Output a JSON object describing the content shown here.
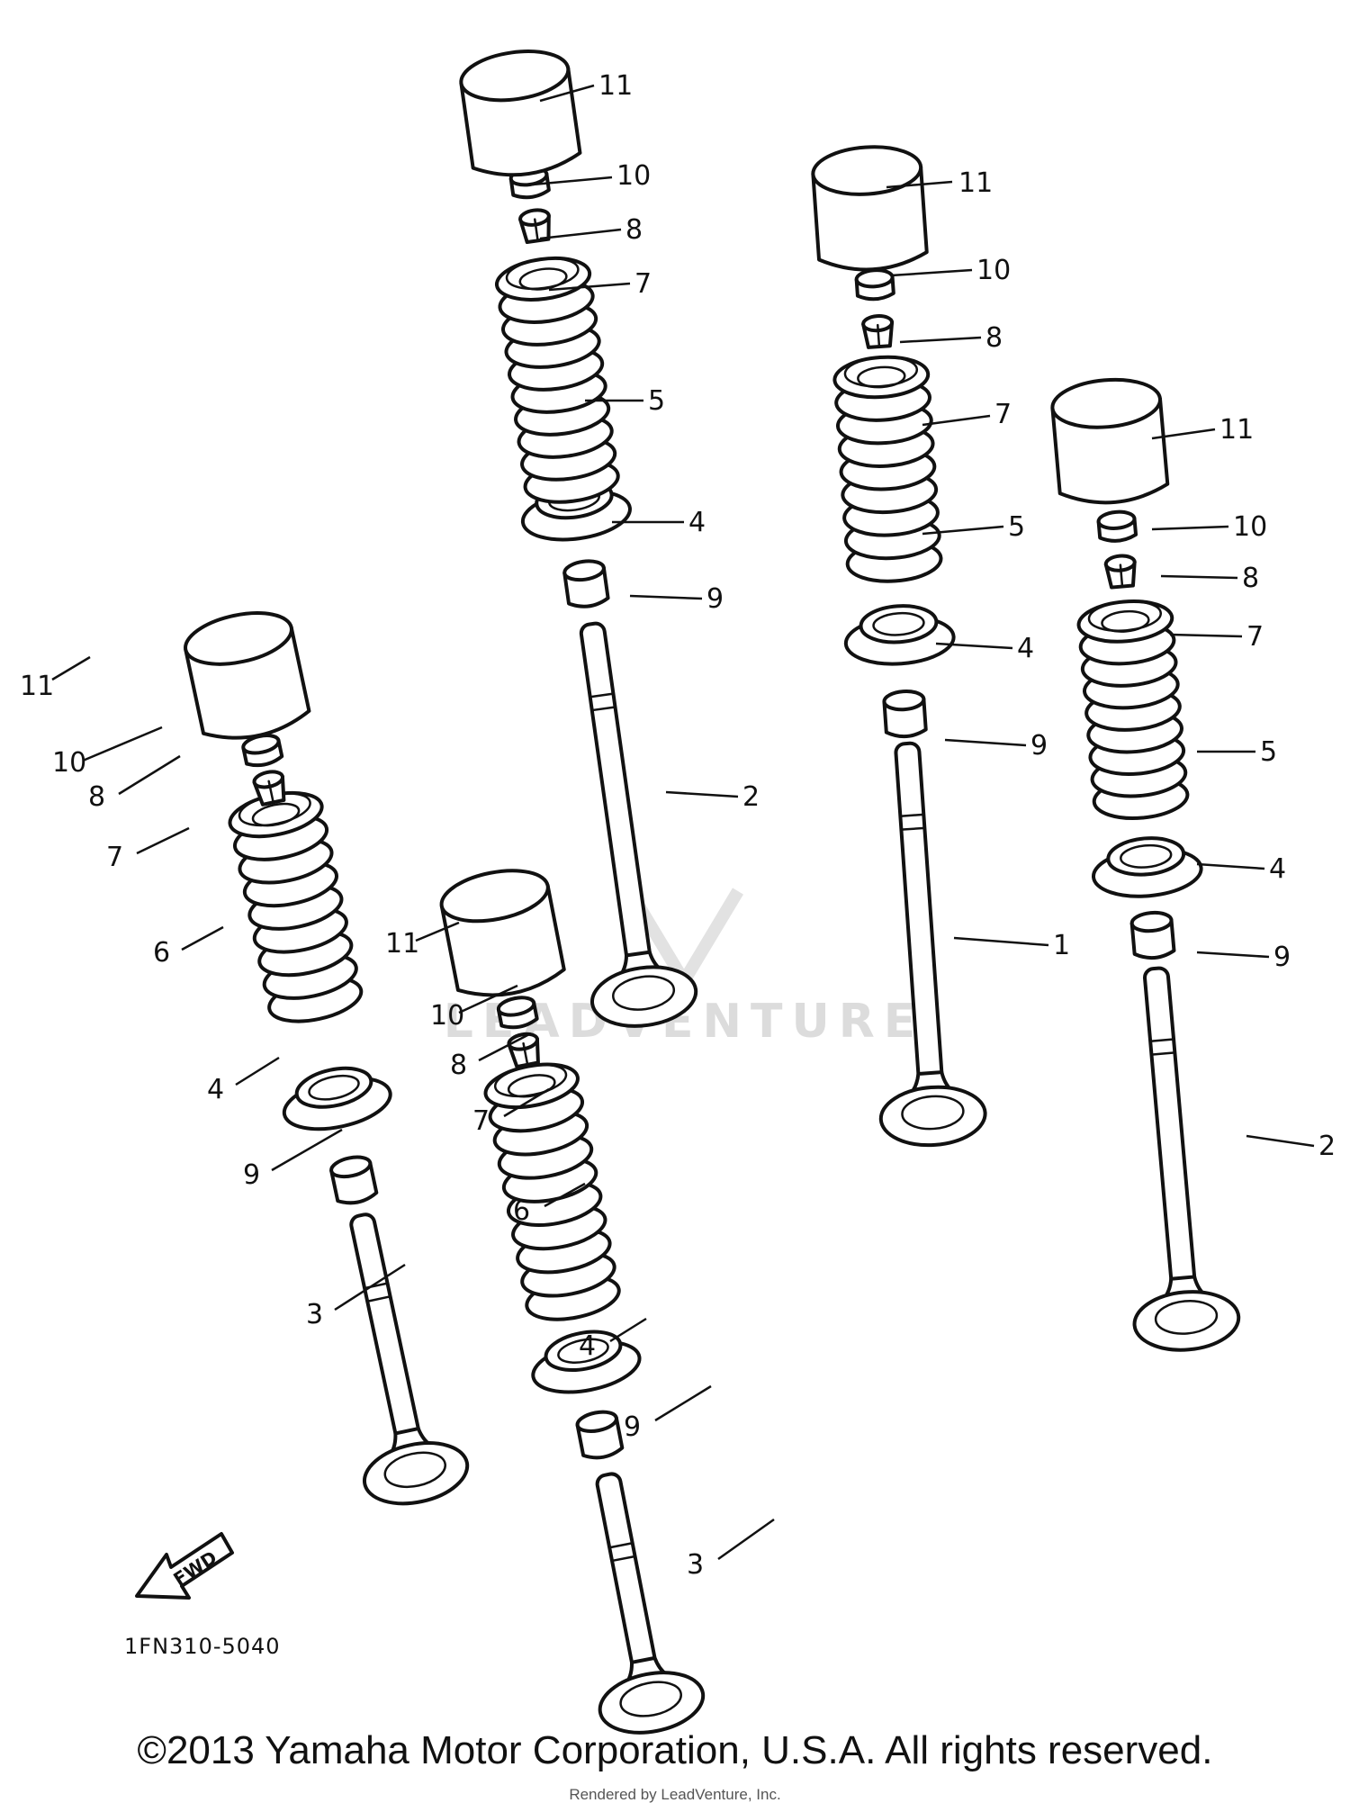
{
  "diagram": {
    "part_code": "1FN310-5040",
    "fwd_label": "FWD",
    "watermark": "LEADVENTURE",
    "callout_labels": [
      "1",
      "2",
      "3",
      "4",
      "5",
      "6",
      "7",
      "8",
      "9",
      "10",
      "11"
    ]
  },
  "footer": {
    "copyright": "©2013 Yamaha Motor Corporation, U.S.A. All rights reserved.",
    "rendered_by": "Rendered by LeadVenture, Inc."
  }
}
